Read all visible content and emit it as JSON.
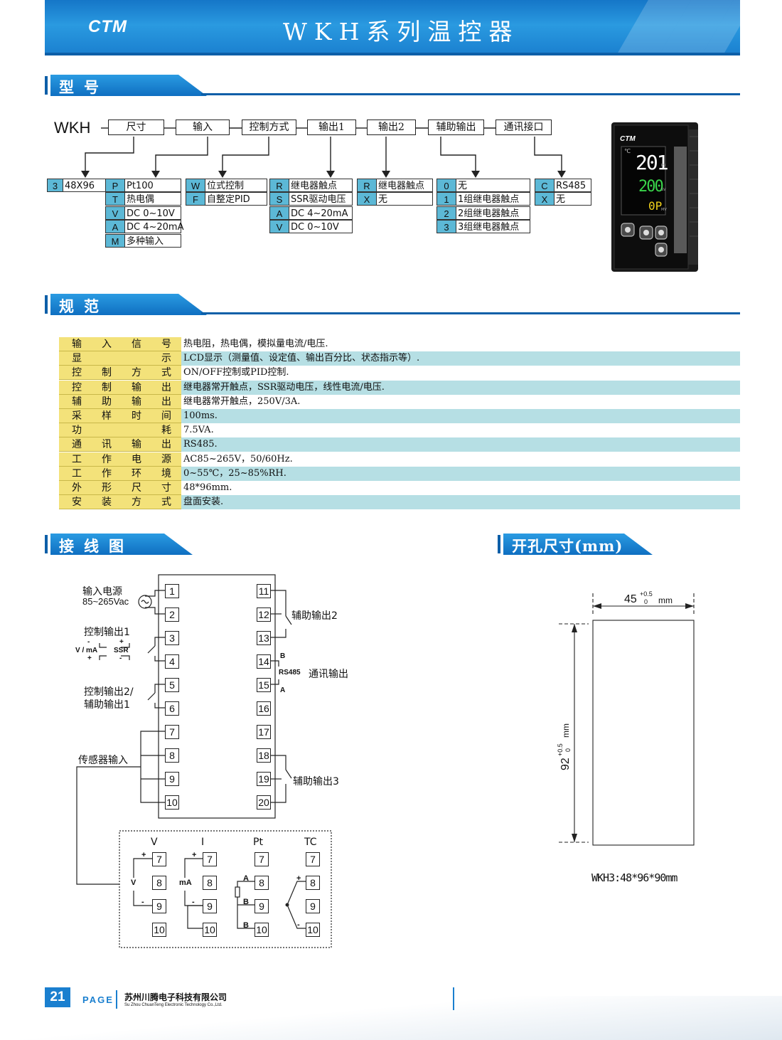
{
  "header": {
    "logo": "CTM",
    "title": "WKH系列温控器"
  },
  "sections": {
    "model": "型号",
    "spec": "规范",
    "wiring": "接线图",
    "cutout": "开孔尺寸(mm)"
  },
  "model": {
    "prefix": "WKH",
    "fields": [
      "尺寸",
      "输入",
      "控制方式",
      "输出1",
      "输出2",
      "辅助输出",
      "通讯接口"
    ],
    "groups": [
      [
        {
          "code": "3",
          "desc": "48X96"
        }
      ],
      [
        {
          "code": "P",
          "desc": "Pt100"
        },
        {
          "code": "T",
          "desc": "热电偶"
        },
        {
          "code": "V",
          "desc": "DC 0~10V"
        },
        {
          "code": "A",
          "desc": "DC 4~20mA"
        },
        {
          "code": "M",
          "desc": "多种输入"
        }
      ],
      [
        {
          "code": "W",
          "desc": "位式控制"
        },
        {
          "code": "F",
          "desc": "自整定PID"
        }
      ],
      [
        {
          "code": "R",
          "desc": "继电器触点"
        },
        {
          "code": "S",
          "desc": "SSR驱动电压"
        },
        {
          "code": "A",
          "desc": "DC 4~20mA"
        },
        {
          "code": "V",
          "desc": "DC 0~10V"
        }
      ],
      [
        {
          "code": "R",
          "desc": "继电器触点"
        },
        {
          "code": "X",
          "desc": "无"
        }
      ],
      [
        {
          "code": "0",
          "desc": "无"
        },
        {
          "code": "1",
          "desc": "1组继电器触点"
        },
        {
          "code": "2",
          "desc": "2组继电器触点"
        },
        {
          "code": "3",
          "desc": "3组继电器触点"
        }
      ],
      [
        {
          "code": "C",
          "desc": "RS485"
        },
        {
          "code": "X",
          "desc": "无"
        }
      ]
    ]
  },
  "device": {
    "brand": "CTM",
    "pv_value": "201",
    "sv_value": "200",
    "out_value": "0P",
    "unit": "℃",
    "pv_label": "PV",
    "sv_label": "SV",
    "mv_label": "MV"
  },
  "spec": [
    {
      "label": "输入信号",
      "value": "热电阻，热电偶，模拟量电流/电压."
    },
    {
      "label": "显示",
      "value": "LCD显示（测量值、设定值、输出百分比、状态指示等）."
    },
    {
      "label": "控制方式",
      "value": "ON/OFF控制或PID控制."
    },
    {
      "label": "控制输出",
      "value": "继电器常开触点，SSR驱动电压，线性电流/电压."
    },
    {
      "label": "辅助输出",
      "value": "继电器常开触点，250V/3A."
    },
    {
      "label": "采样时间",
      "value": "100ms."
    },
    {
      "label": "功耗",
      "value": "7.5VA."
    },
    {
      "label": "通讯输出",
      "value": "RS485."
    },
    {
      "label": "工作电源",
      "value": "AC85~265V，50/60Hz."
    },
    {
      "label": "工作环境",
      "value": "0~55℃，25~85%RH."
    },
    {
      "label": "外形尺寸",
      "value": "48*96mm."
    },
    {
      "label": "安装方式",
      "value": "盘面安装."
    }
  ],
  "wiring": {
    "left_terminals": [
      "1",
      "2",
      "3",
      "4",
      "5",
      "6",
      "7",
      "8",
      "9",
      "10"
    ],
    "right_terminals": [
      "11",
      "12",
      "13",
      "14",
      "15",
      "16",
      "17",
      "18",
      "19",
      "20"
    ],
    "power_label": "输入电源",
    "power_range": "85~265Vac",
    "ctrl_out1": "控制输出1",
    "vma": "V / mA",
    "ssr": "SSR",
    "ctrl_out2_line1": "控制输出2/",
    "ctrl_out2_line2": "辅助输出1",
    "sensor": "传感器输入",
    "aux2": "辅助输出2",
    "aux3": "辅助输出3",
    "rs485": "RS485",
    "comm": "通讯输出",
    "b": "B",
    "a": "A",
    "plus": "+",
    "minus": "-",
    "sensor_types": [
      {
        "name": "V",
        "mid": "V",
        "terms": [
          "7",
          "8",
          "9",
          "10"
        ]
      },
      {
        "name": "I",
        "mid": "mA",
        "terms": [
          "7",
          "8",
          "9",
          "10"
        ]
      },
      {
        "name": "Pt",
        "mid": "",
        "terms": [
          "7",
          "8",
          "9",
          "10"
        ]
      },
      {
        "name": "TC",
        "mid": "",
        "terms": [
          "7",
          "8",
          "9",
          "10"
        ]
      }
    ]
  },
  "cutout": {
    "width": "45",
    "height": "92",
    "tol_plus": "+0.5",
    "tol_zero": "0",
    "unit": "mm",
    "model_size": "WKH3:48*96*90mm"
  },
  "footer": {
    "page": "21",
    "page_label": "PAGE",
    "company": "苏州川腾电子科技有限公司",
    "company_en": "Su Zhou ChuanTeng Electronic Technology Co.,Ltd."
  },
  "colors": {
    "primary": "#1a7fcf",
    "code_bg": "#5cb8d6",
    "label_bg": "#f3e27a",
    "alt_row": "#b6dfe4"
  }
}
